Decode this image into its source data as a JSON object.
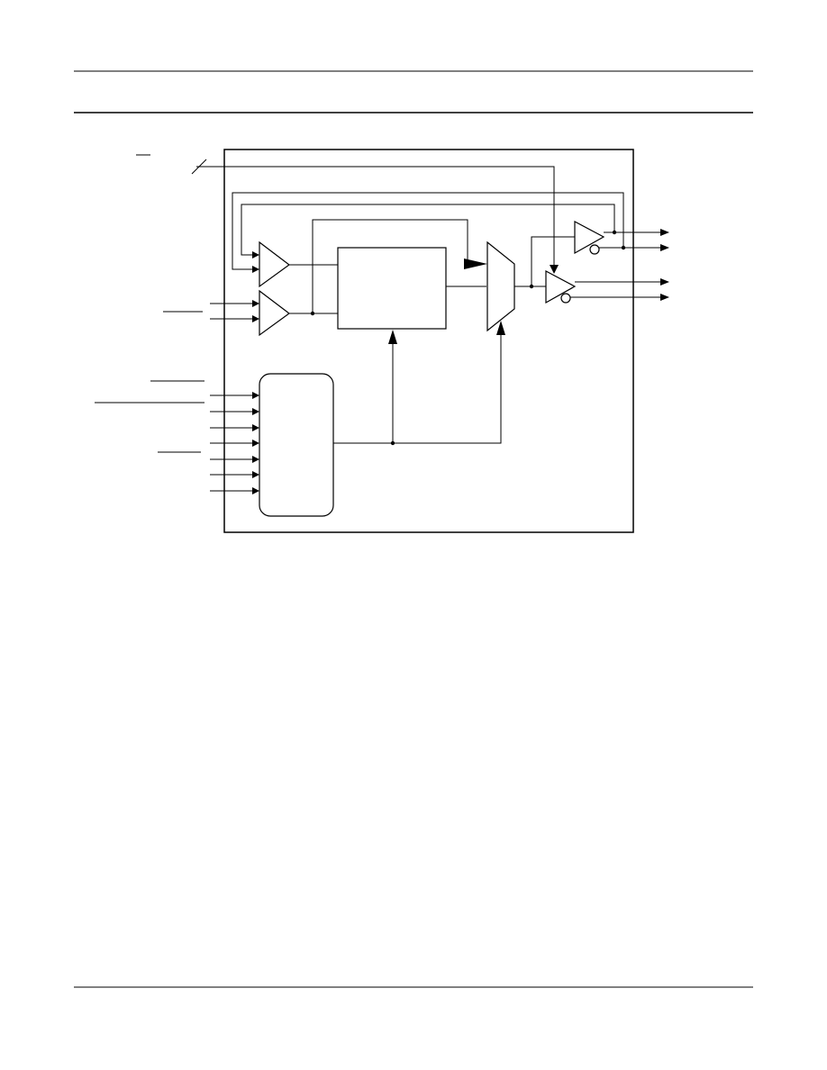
{
  "page": {
    "header_text": "",
    "footer_text": ""
  },
  "diagram": {
    "title": "",
    "colors": {
      "ink": "#000000",
      "background": "#ffffff"
    },
    "blocks": [
      {
        "id": "input-buffer-upper",
        "shape": "triangle-buffer",
        "label": ""
      },
      {
        "id": "input-buffer-lower",
        "shape": "triangle-buffer",
        "label": ""
      },
      {
        "id": "core-block",
        "shape": "rectangle",
        "label": ""
      },
      {
        "id": "control-logic-block",
        "shape": "rounded-rectangle",
        "label": ""
      },
      {
        "id": "output-mux",
        "shape": "trapezoid",
        "label": ""
      },
      {
        "id": "output-driver-upper",
        "shape": "differential-buffer",
        "label": ""
      },
      {
        "id": "output-driver-lower",
        "shape": "differential-buffer",
        "label": ""
      }
    ],
    "input_pins": {
      "bus_input_count": 1,
      "differential_input_pairs": 1,
      "control_inputs": 7
    },
    "output_pins": {
      "differential_output_pairs": 2
    }
  }
}
